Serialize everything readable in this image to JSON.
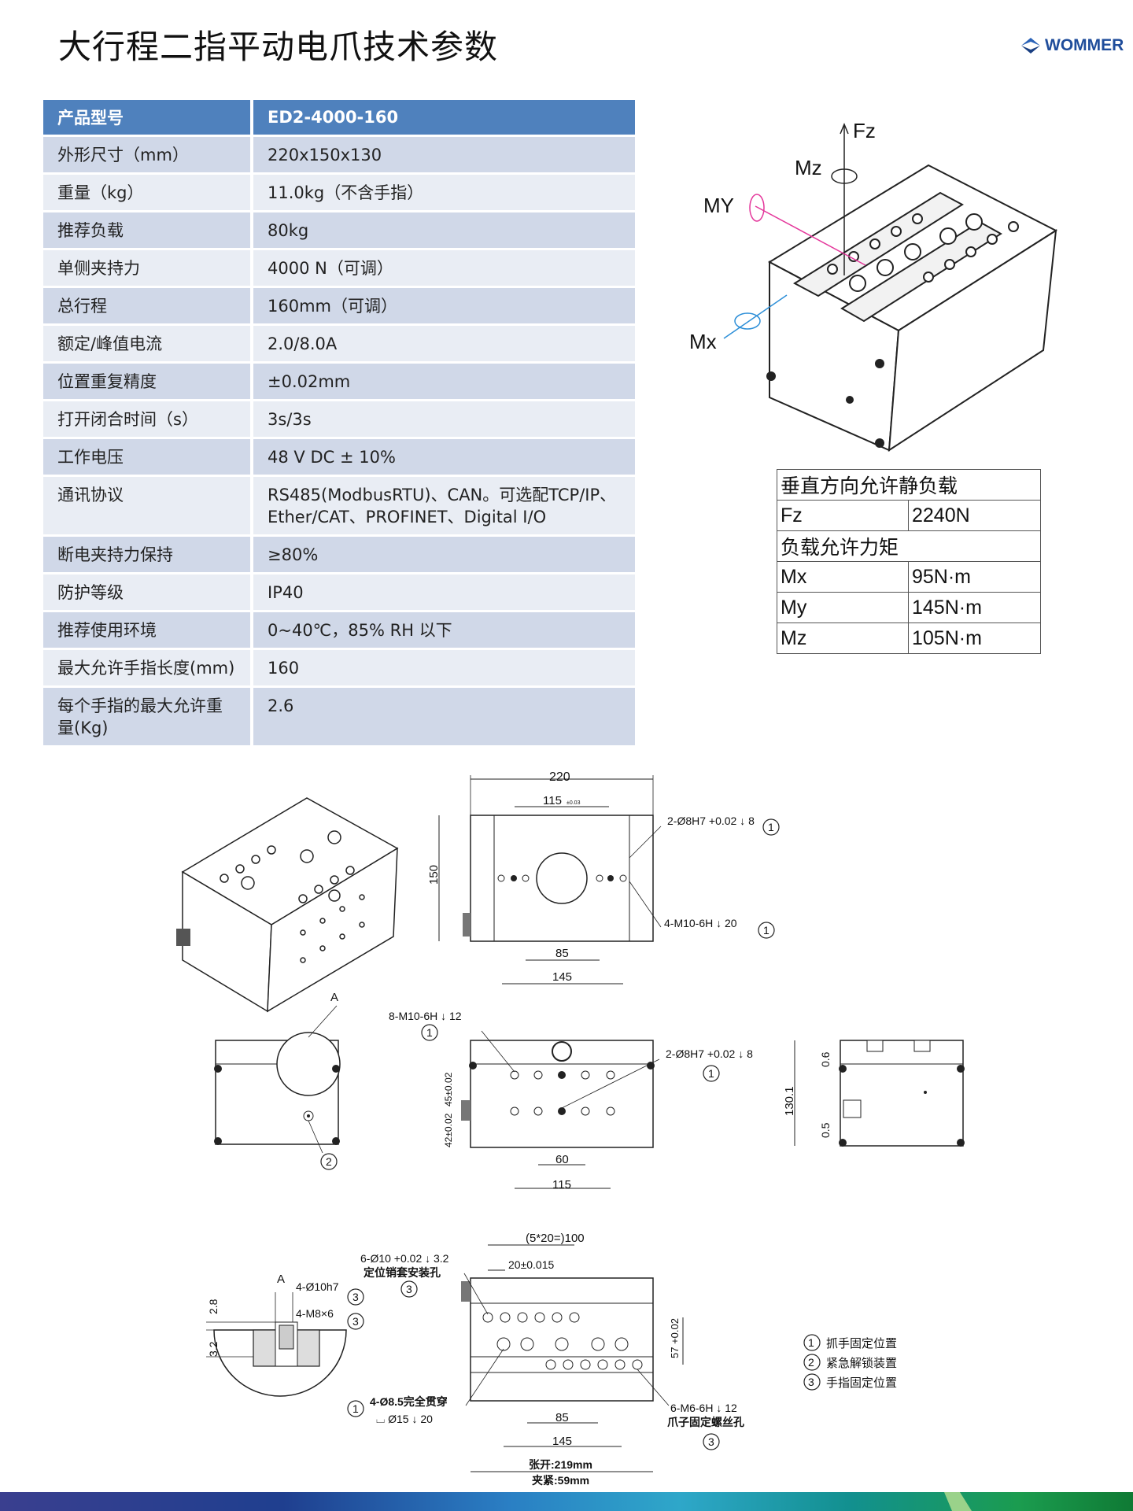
{
  "page": {
    "title": "大行程二指平动电爪技术参数",
    "logo_text": "WOMMER"
  },
  "spec_table": {
    "header": [
      "产品型号",
      "ED2-4000-160"
    ],
    "rows": [
      [
        "外形尺寸（mm）",
        "220x150x130"
      ],
      [
        "重量（kg）",
        "11.0kg（不含手指）"
      ],
      [
        "推荐负载",
        "80kg"
      ],
      [
        "单侧夹持力",
        "4000 N（可调）"
      ],
      [
        "总行程",
        "160mm（可调）"
      ],
      [
        "额定/峰值电流",
        "2.0/8.0A"
      ],
      [
        "位置重复精度",
        "±0.02mm"
      ],
      [
        "打开闭合时间（s）",
        "3s/3s"
      ],
      [
        "工作电压",
        "48 V DC ± 10%"
      ],
      [
        "通讯协议",
        "RS485(ModbusRTU)、CAN。可选配TCP/IP、Ether/CAT、PROFINET、Digital I/O"
      ],
      [
        "断电夹持力保持",
        "≥80%"
      ],
      [
        "防护等级",
        "IP40"
      ],
      [
        "推荐使用环境",
        "0~40℃，85% RH 以下"
      ],
      [
        "最大允许手指长度(mm)",
        "160"
      ],
      [
        "每个手指的最大允许重量(Kg)",
        "2.6"
      ]
    ]
  },
  "load_table": {
    "static_title": "垂直方向允许静负载",
    "fz_label": "Fz",
    "fz_value": "2240N",
    "moment_title": "负载允许力矩",
    "mx_label": "Mx",
    "mx_value": "95N·m",
    "my_label": "My",
    "my_value": "145N·m",
    "mz_label": "Mz",
    "mz_value": "105N·m"
  },
  "iso_labels": {
    "fz": "Fz",
    "mz": "Mz",
    "my": "MY",
    "mx": "Mx"
  },
  "drawing": {
    "top_width": "220",
    "top_115": "115",
    "top_115_tol": "±0.03",
    "top_150": "150",
    "top_85": "85",
    "top_145": "145",
    "top_callout1": "2-Ø8H7 +0.02 ↓ 8",
    "top_callout2": "4-M10-6H ↓ 20",
    "section_a": "A",
    "front_callout1": "8-M10-6H ↓ 12",
    "front_callout2": "2-Ø8H7 +0.02 ↓ 8",
    "front_45": "45±0.02",
    "front_42": "42±0.02",
    "front_60": "60",
    "front_115": "115",
    "side_06": "0.6",
    "side_1301": "130.1",
    "side_05": "0.5",
    "bot_100": "(5*20=)100",
    "bot_20": "20±0.015",
    "bot_callout1": "6-Ø10 +0.02 ↓ 3.2",
    "bot_callout1b": "定位销套安装孔",
    "bot_57": "57 +0.02",
    "bot_85": "85",
    "bot_145": "145",
    "bot_callout2": "4-Ø8.5完全贯穿",
    "bot_callout2b": "⌴ Ø15 ↓ 20",
    "bot_callout3": "6-M6-6H ↓ 12",
    "bot_callout3b": "爪子固定螺丝孔",
    "open": "张开:219mm",
    "close": "夹紧:59mm",
    "det_a": "A",
    "det_28": "2.8",
    "det_32": "3.2",
    "det_c1": "4-Ø10h7",
    "det_c2": "4-M8×6",
    "circle1": "1",
    "circle2": "2",
    "circle3": "3"
  },
  "legend": {
    "item1": "抓手固定位置",
    "item2": "紧急解锁装置",
    "item3": "手指固定位置"
  }
}
